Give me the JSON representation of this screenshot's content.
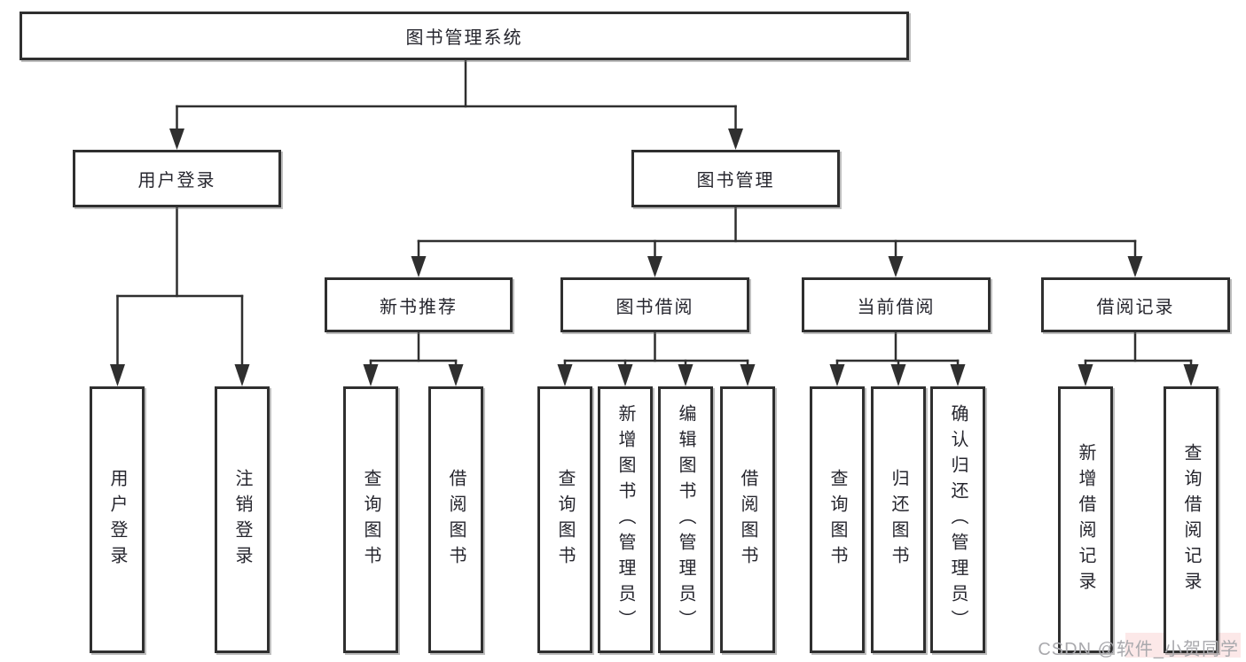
{
  "diagram": {
    "root": {
      "label": "图书管理系统"
    },
    "level2": [
      {
        "label": "用户登录"
      },
      {
        "label": "图书管理"
      }
    ],
    "level3": [
      {
        "label": "新书推荐"
      },
      {
        "label": "图书借阅"
      },
      {
        "label": "当前借阅"
      },
      {
        "label": "借阅记录"
      }
    ],
    "leaves": {
      "user_login": [
        "用户登录",
        "注销登录"
      ],
      "new_book": [
        "查询图书",
        "借阅图书"
      ],
      "book_borrow": [
        "查询图书",
        "新增图书（管理员）",
        "编辑图书（管理员）",
        "借阅图书"
      ],
      "current_borrow": [
        "查询图书",
        "归还图书",
        "确认归还（管理员）"
      ],
      "borrow_record": [
        "新增借阅记录",
        "查询借阅记录"
      ]
    }
  },
  "watermark": {
    "text": "CSDN @软件_小贺同学"
  },
  "colors": {
    "line": "#2f2f2f",
    "box_border": "#2f2f2f",
    "box_fill": "#ffffff",
    "text": "#26262e",
    "watermark": "#a9a9ad"
  }
}
